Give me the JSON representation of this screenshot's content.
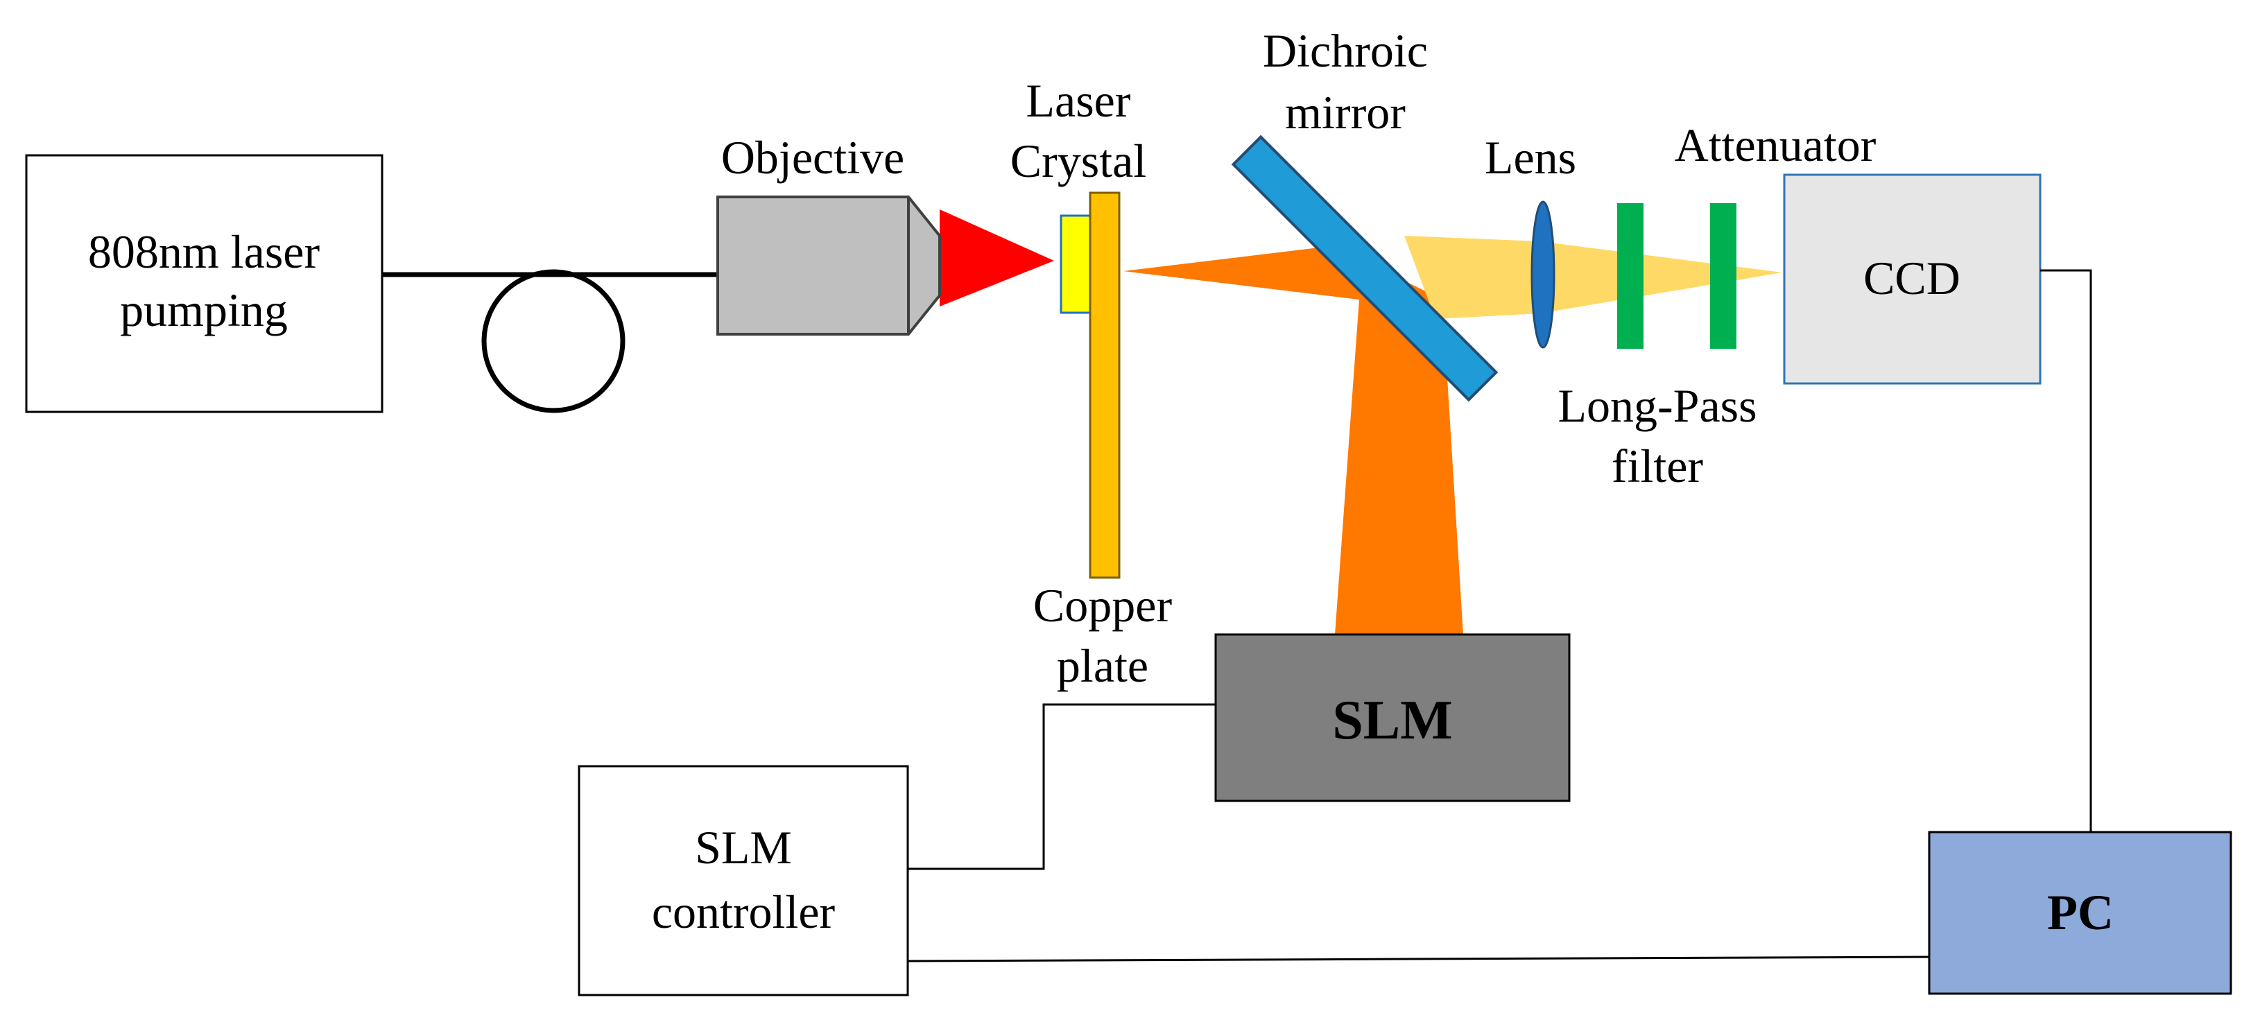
{
  "labels": {
    "pump_line1": "808nm laser",
    "pump_line2": "pumping",
    "objective": "Objective",
    "crystal_line1": "Laser",
    "crystal_line2": "Crystal",
    "dichroic_line1": "Dichroic",
    "dichroic_line2": "mirror",
    "lens": "Lens",
    "attenuator": "Attenuator",
    "ccd": "CCD",
    "longpass_line1": "Long-Pass",
    "longpass_line2": "filter",
    "copper_line1": "Copper",
    "copper_line2": "plate",
    "slm": "SLM",
    "slm_controller_line1": "SLM",
    "slm_controller_line2": "controller",
    "pc": "PC"
  },
  "colors": {
    "pump_beam": "#ff0000",
    "laser_beam": "#ff7800",
    "output_beam": "#ffd966",
    "crystal": "#ffff00",
    "copper_plate": "#ffc000",
    "dichroic_mirror": "#1f9bd7",
    "lens": "#1f72c0",
    "filter": "#00b050",
    "objective": "#bfbfbf",
    "ccd": "#e6e6e6",
    "slm": "#7f7f7f",
    "pc": "#8eaadb"
  }
}
